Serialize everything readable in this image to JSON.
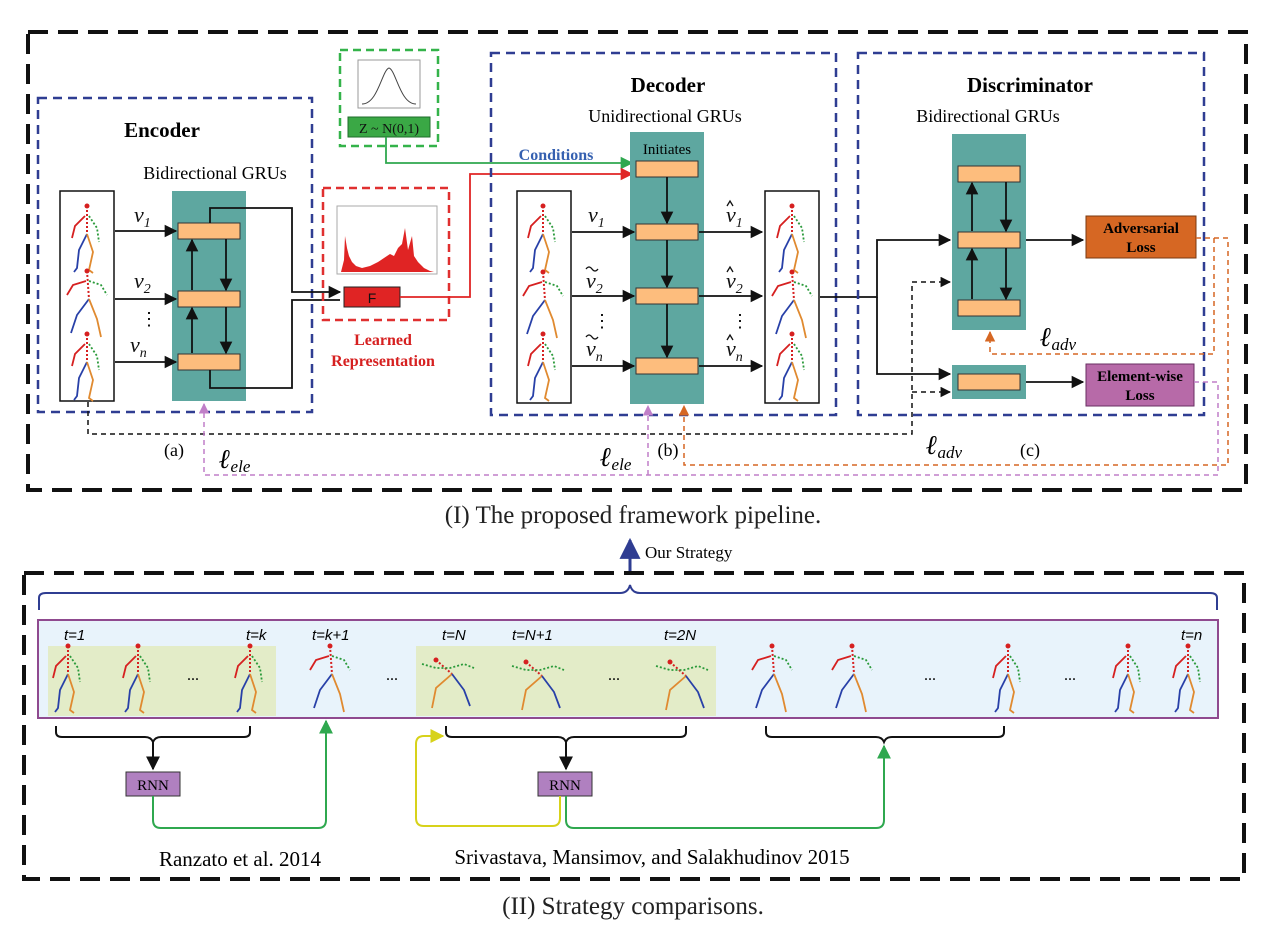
{
  "pipeline": {
    "encoder": {
      "title": "Encoder",
      "subtitle": "Bidirectional GRUs",
      "label": "(a)"
    },
    "noise": {
      "label": "Z ~ N(0,1)"
    },
    "learned": {
      "node": "F",
      "line1": "Learned",
      "line2": "Representation"
    },
    "decoder": {
      "title": "Decoder",
      "subtitle": "Unidirectional GRUs",
      "initiates": "Initiates",
      "conditions": "Conditions",
      "label": "(b)"
    },
    "discriminator": {
      "title": "Discriminator",
      "subtitle": "Bidirectional GRUs",
      "label": "(c)"
    },
    "adversarial_loss": {
      "line1": "Adversarial",
      "line2": "Loss"
    },
    "element_loss": {
      "line1": "Element-wise",
      "line2": "Loss"
    },
    "vars": {
      "v": "v",
      "sub1": "1",
      "sub2": "2",
      "subn": "n",
      "dots": "⋮"
    },
    "loss_symbols": {
      "ell": "ℓ",
      "ele": "ele",
      "adv": "adv"
    }
  },
  "captions": {
    "top": "(I) The proposed framework pipeline.",
    "bottom": "(II) Strategy comparisons."
  },
  "strategy": {
    "our_strategy": "Our Strategy",
    "timesteps": [
      "t=1",
      "t=k",
      "t=k+1",
      "t=N",
      "t=N+1",
      "t=2N",
      "t=n"
    ],
    "ellipsis": "...",
    "rnn": "RNN",
    "ref_left": "Ranzato et al. 2014",
    "ref_mid": "Srivastava, Mansimov, and Salakhudinov 2015"
  },
  "colors": {
    "teal": "#5ea7a0",
    "orange_block": "#fdbd7d",
    "red_block": "#e02424",
    "green_block": "#3aa845",
    "adv_box": "#d66723",
    "ele_box": "#b76aa8",
    "blue_dash": "#2f3d92",
    "red_dash": "#e03030",
    "green_dash": "#34b34a",
    "frame_fill": "#e8f3fb",
    "group_fill": "#e3ecc8",
    "frame_border": "#8f4a8f",
    "rnn_fill": "#b080c0",
    "condition_text": "#3560b0"
  }
}
